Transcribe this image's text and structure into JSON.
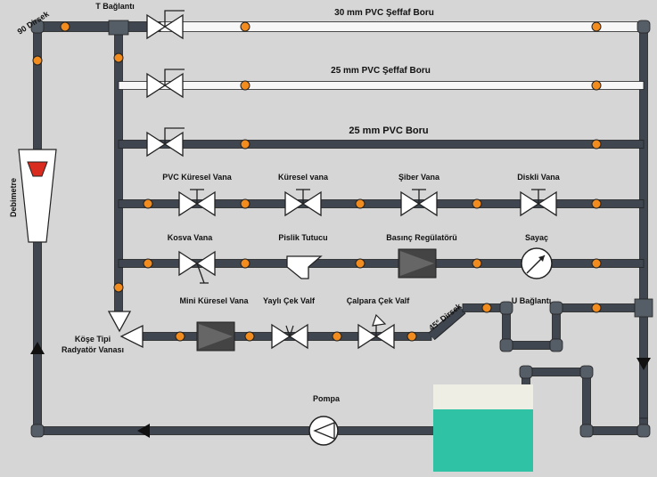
{
  "pipes": {
    "row1": "30 mm PVC Şeffaf Boru",
    "row2": "25 mm PVC Şeffaf Boru",
    "row3": "25 mm PVC Boru"
  },
  "labels": {
    "t_connection": "T Bağlantı",
    "elbow_90": "90 Dirsek",
    "flowmeter": "Debimetre",
    "pvc_ball_valve": "PVC Küresel Vana",
    "ball_valve": "Küresel vana",
    "gate_valve": "Şiber Vana",
    "disc_valve": "Diskli Vana",
    "oblique_valve": "Kosva Vana",
    "strainer": "Pislik Tutucu",
    "pressure_regulator": "Basınç Regülatörü",
    "meter": "Sayaç",
    "mini_ball_valve": "Mini Küresel Vana",
    "spring_check_valve": "Yaylı Çek Valf",
    "swing_check_valve": "Çalpara Çek Valf",
    "elbow_45": "45° Dirsek",
    "u_connection": "U Bağlantı",
    "corner_radiator_valve_1": "Köşe Tipi",
    "corner_radiator_valve_2": "Radyatör Vanası",
    "pump": "Pompa"
  },
  "colors": {
    "background": "#d6d6d6",
    "pipe": "#3f4650",
    "clear_pipe": "#f7f7f7",
    "joint": "#f28c1e",
    "meter_float": "#d92b1e",
    "tank_water": "#2fc2a5",
    "tank_top": "#efeee4"
  }
}
